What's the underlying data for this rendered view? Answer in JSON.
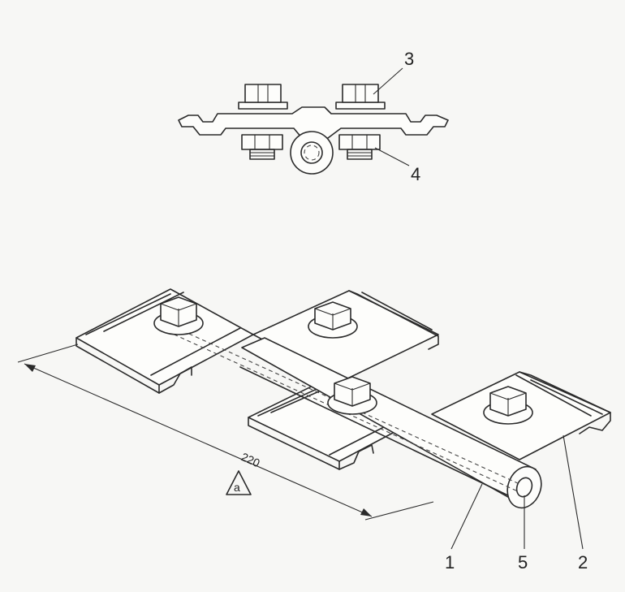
{
  "figure": {
    "callouts": {
      "top_bolt": "3",
      "top_nut": "4",
      "plate_1": "1",
      "pin_5": "5",
      "plate_2": "2"
    },
    "dimension": {
      "value": "220"
    },
    "datum_marker": "a"
  }
}
